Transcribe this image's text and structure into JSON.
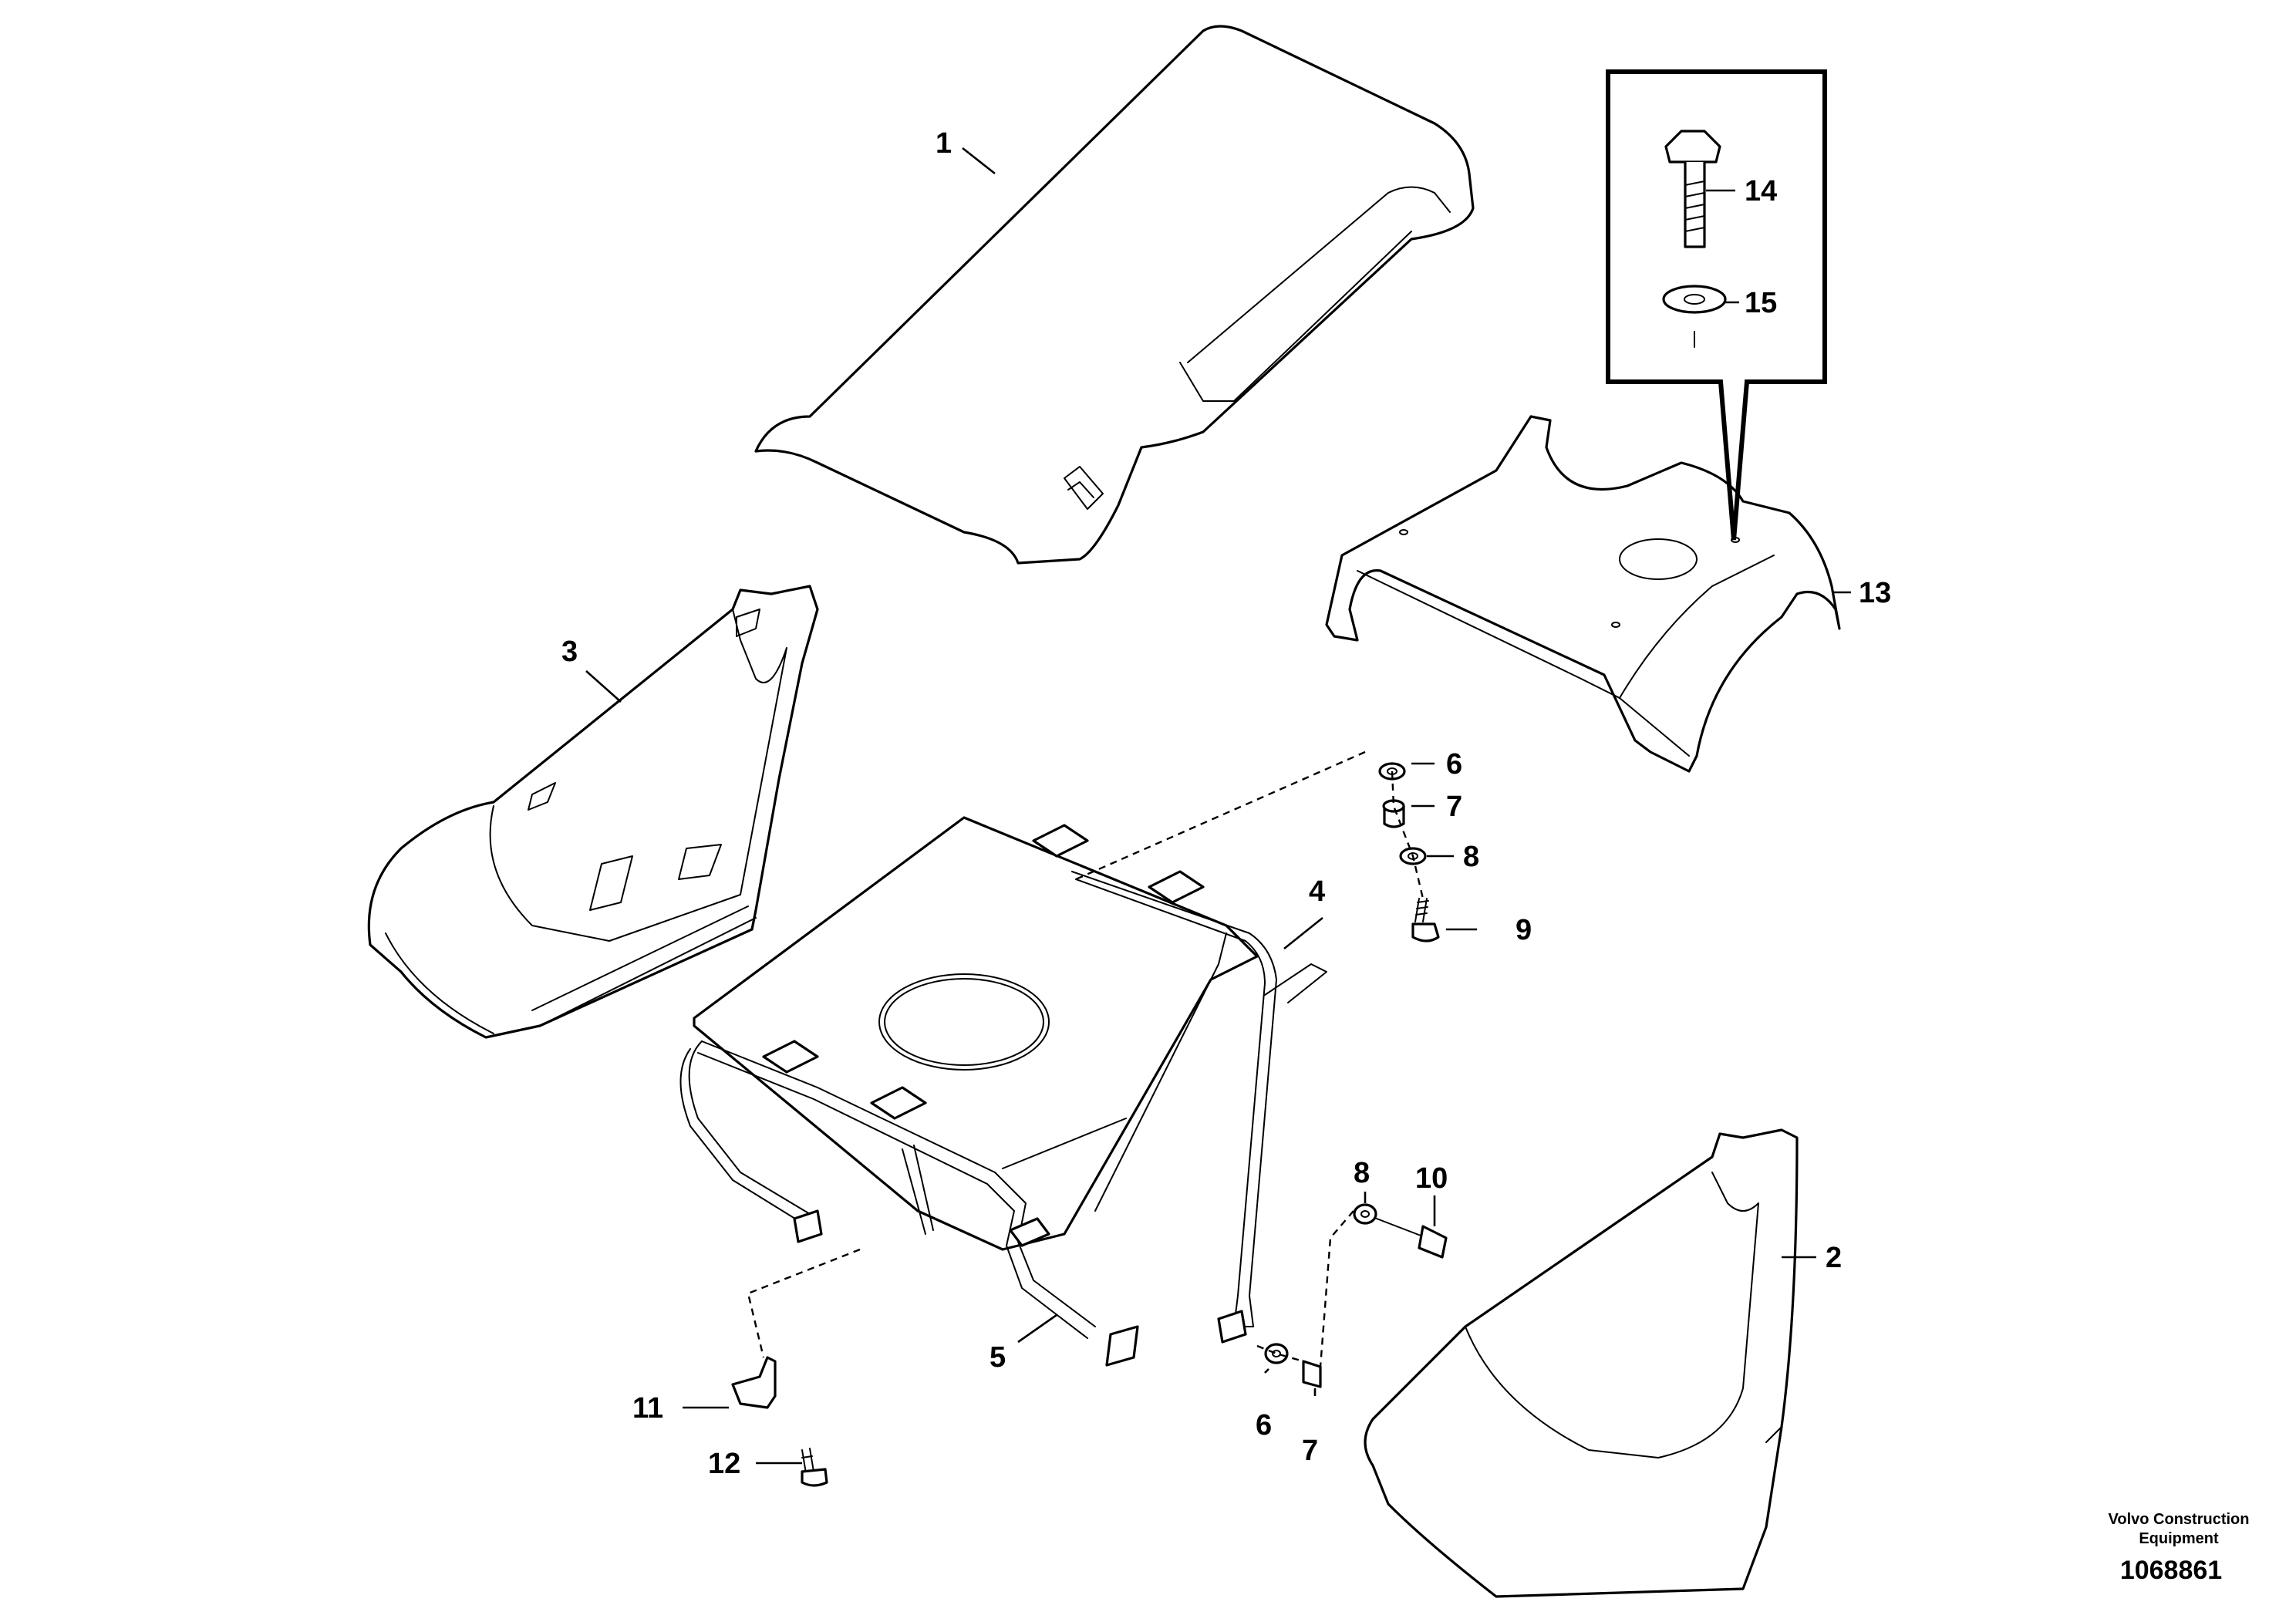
{
  "callouts": {
    "c1": "1",
    "c2": "2",
    "c3": "3",
    "c4": "4",
    "c5": "5",
    "c6a": "6",
    "c6b": "6",
    "c7a": "7",
    "c7b": "7",
    "c8a": "8",
    "c8b": "8",
    "c9": "9",
    "c10": "10",
    "c11": "11",
    "c12": "12",
    "c13": "13",
    "c14": "14",
    "c15": "15"
  },
  "stamp": {
    "line1": "Volvo Construction",
    "line2": "Equipment",
    "number": "1068861"
  }
}
